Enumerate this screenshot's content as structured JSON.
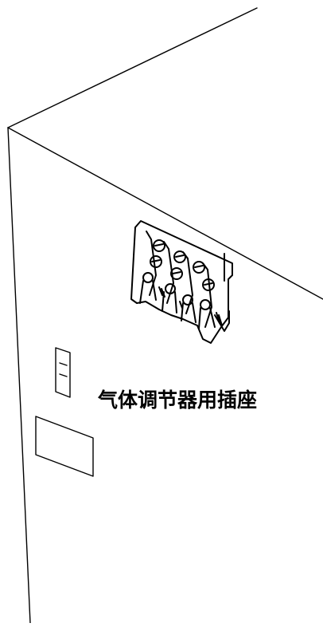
{
  "diagram": {
    "socket_label": "气体调节器用插座",
    "colors": {
      "line": "#000000",
      "background": "#ffffff"
    },
    "parts": [
      "cabinet-outline",
      "terminal-block",
      "gas-regulator-socket",
      "rectangular-panel"
    ]
  }
}
